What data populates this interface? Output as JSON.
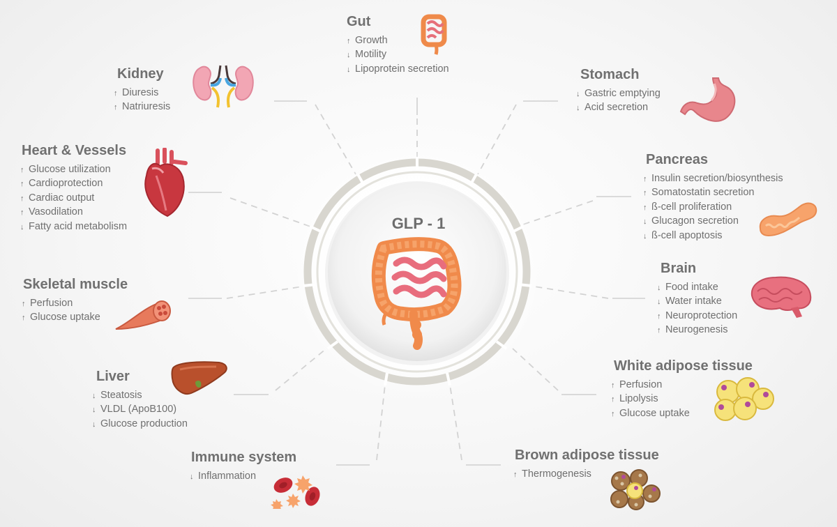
{
  "center": {
    "title": "GLP - 1"
  },
  "colors": {
    "ring": "#d6d4cc",
    "connector": "#cfcfcf",
    "text": "#6f6f6f",
    "title": "#707070"
  },
  "organs": [
    {
      "id": "gut",
      "title": "Gut",
      "icon": "intestine-icon",
      "effects": [
        {
          "dir": "up",
          "text": "Growth"
        },
        {
          "dir": "down",
          "text": "Motility"
        },
        {
          "dir": "down",
          "text": "Lipoprotein secretion"
        }
      ]
    },
    {
      "id": "kidney",
      "title": "Kidney",
      "icon": "kidney-icon",
      "effects": [
        {
          "dir": "up",
          "text": "Diuresis"
        },
        {
          "dir": "up",
          "text": "Natriuresis"
        }
      ]
    },
    {
      "id": "stomach",
      "title": "Stomach",
      "icon": "stomach-icon",
      "effects": [
        {
          "dir": "down",
          "text": "Gastric emptying"
        },
        {
          "dir": "down",
          "text": "Acid secretion"
        }
      ]
    },
    {
      "id": "heart",
      "title": "Heart & Vessels",
      "icon": "heart-icon",
      "effects": [
        {
          "dir": "up",
          "text": "Glucose utilization"
        },
        {
          "dir": "up",
          "text": "Cardioprotection"
        },
        {
          "dir": "up",
          "text": "Cardiac output"
        },
        {
          "dir": "up",
          "text": "Vasodilation"
        },
        {
          "dir": "down",
          "text": "Fatty acid metabolism"
        }
      ]
    },
    {
      "id": "pancreas",
      "title": "Pancreas",
      "icon": "pancreas-icon",
      "effects": [
        {
          "dir": "up",
          "text": "Insulin secretion/biosynthesis"
        },
        {
          "dir": "up",
          "text": "Somatostatin secretion"
        },
        {
          "dir": "up",
          "text": "ß-cell proliferation"
        },
        {
          "dir": "down",
          "text": "Glucagon secretion"
        },
        {
          "dir": "down",
          "text": "ß-cell apoptosis"
        }
      ]
    },
    {
      "id": "skeletal",
      "title": "Skeletal muscle",
      "icon": "muscle-icon",
      "effects": [
        {
          "dir": "up",
          "text": "Perfusion"
        },
        {
          "dir": "up",
          "text": "Glucose uptake"
        }
      ]
    },
    {
      "id": "brain",
      "title": "Brain",
      "icon": "brain-icon",
      "effects": [
        {
          "dir": "down",
          "text": "Food intake"
        },
        {
          "dir": "down",
          "text": "Water intake"
        },
        {
          "dir": "up",
          "text": "Neuroprotection"
        },
        {
          "dir": "up",
          "text": "Neurogenesis"
        }
      ]
    },
    {
      "id": "liver",
      "title": "Liver",
      "icon": "liver-icon",
      "effects": [
        {
          "dir": "down",
          "text": "Steatosis"
        },
        {
          "dir": "down",
          "text": "VLDL (ApoB100)"
        },
        {
          "dir": "down",
          "text": "Glucose production"
        }
      ]
    },
    {
      "id": "wat",
      "title": "White adipose tissue",
      "icon": "white-adipocyte-icon",
      "effects": [
        {
          "dir": "up",
          "text": "Perfusion"
        },
        {
          "dir": "up",
          "text": "Lipolysis"
        },
        {
          "dir": "up",
          "text": "Glucose uptake"
        }
      ]
    },
    {
      "id": "immune",
      "title": "Immune system",
      "icon": "immune-cells-icon",
      "effects": [
        {
          "dir": "down",
          "text": "Inflammation"
        }
      ]
    },
    {
      "id": "bat",
      "title": "Brown adipose tissue",
      "icon": "brown-adipocyte-icon",
      "effects": [
        {
          "dir": "up",
          "text": "Thermogenesis"
        }
      ]
    }
  ]
}
